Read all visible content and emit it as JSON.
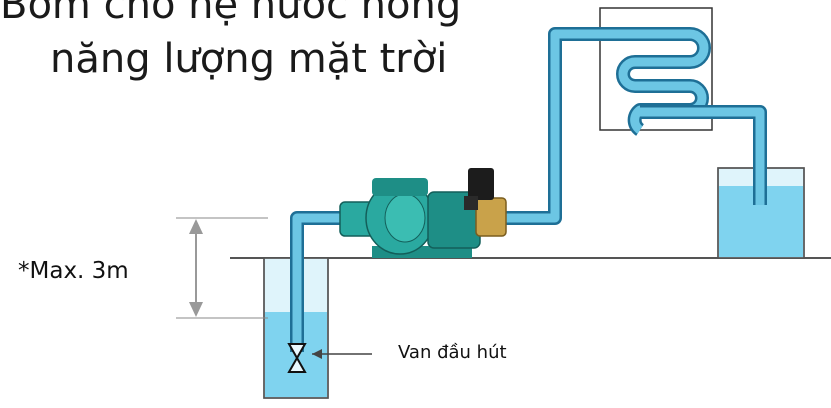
{
  "title": {
    "line1": "Bơm cho hệ nước nóng",
    "line2": "năng lượng mặt trời"
  },
  "labels": {
    "max_height": "*Max. 3m",
    "foot_valve": "Van đầu hút"
  },
  "colors": {
    "pipe_fill": "#6cc6e4",
    "pipe_outline": "#1e6f96",
    "water": "#7fd3ef",
    "tank_air": "#dff4fb",
    "pump_body": "#2aa9a0",
    "motor": "#1e8e86",
    "pressure_switch": "#1c1c1c",
    "ground_line": "#555555",
    "panel_fill": "#ffffff"
  },
  "icons": {
    "pump": "centrifugal-pump-icon",
    "foot_valve": "hourglass-valve-icon",
    "collector": "solar-collector-coil-icon",
    "height_marker": "double-arrow-dimension-icon"
  }
}
